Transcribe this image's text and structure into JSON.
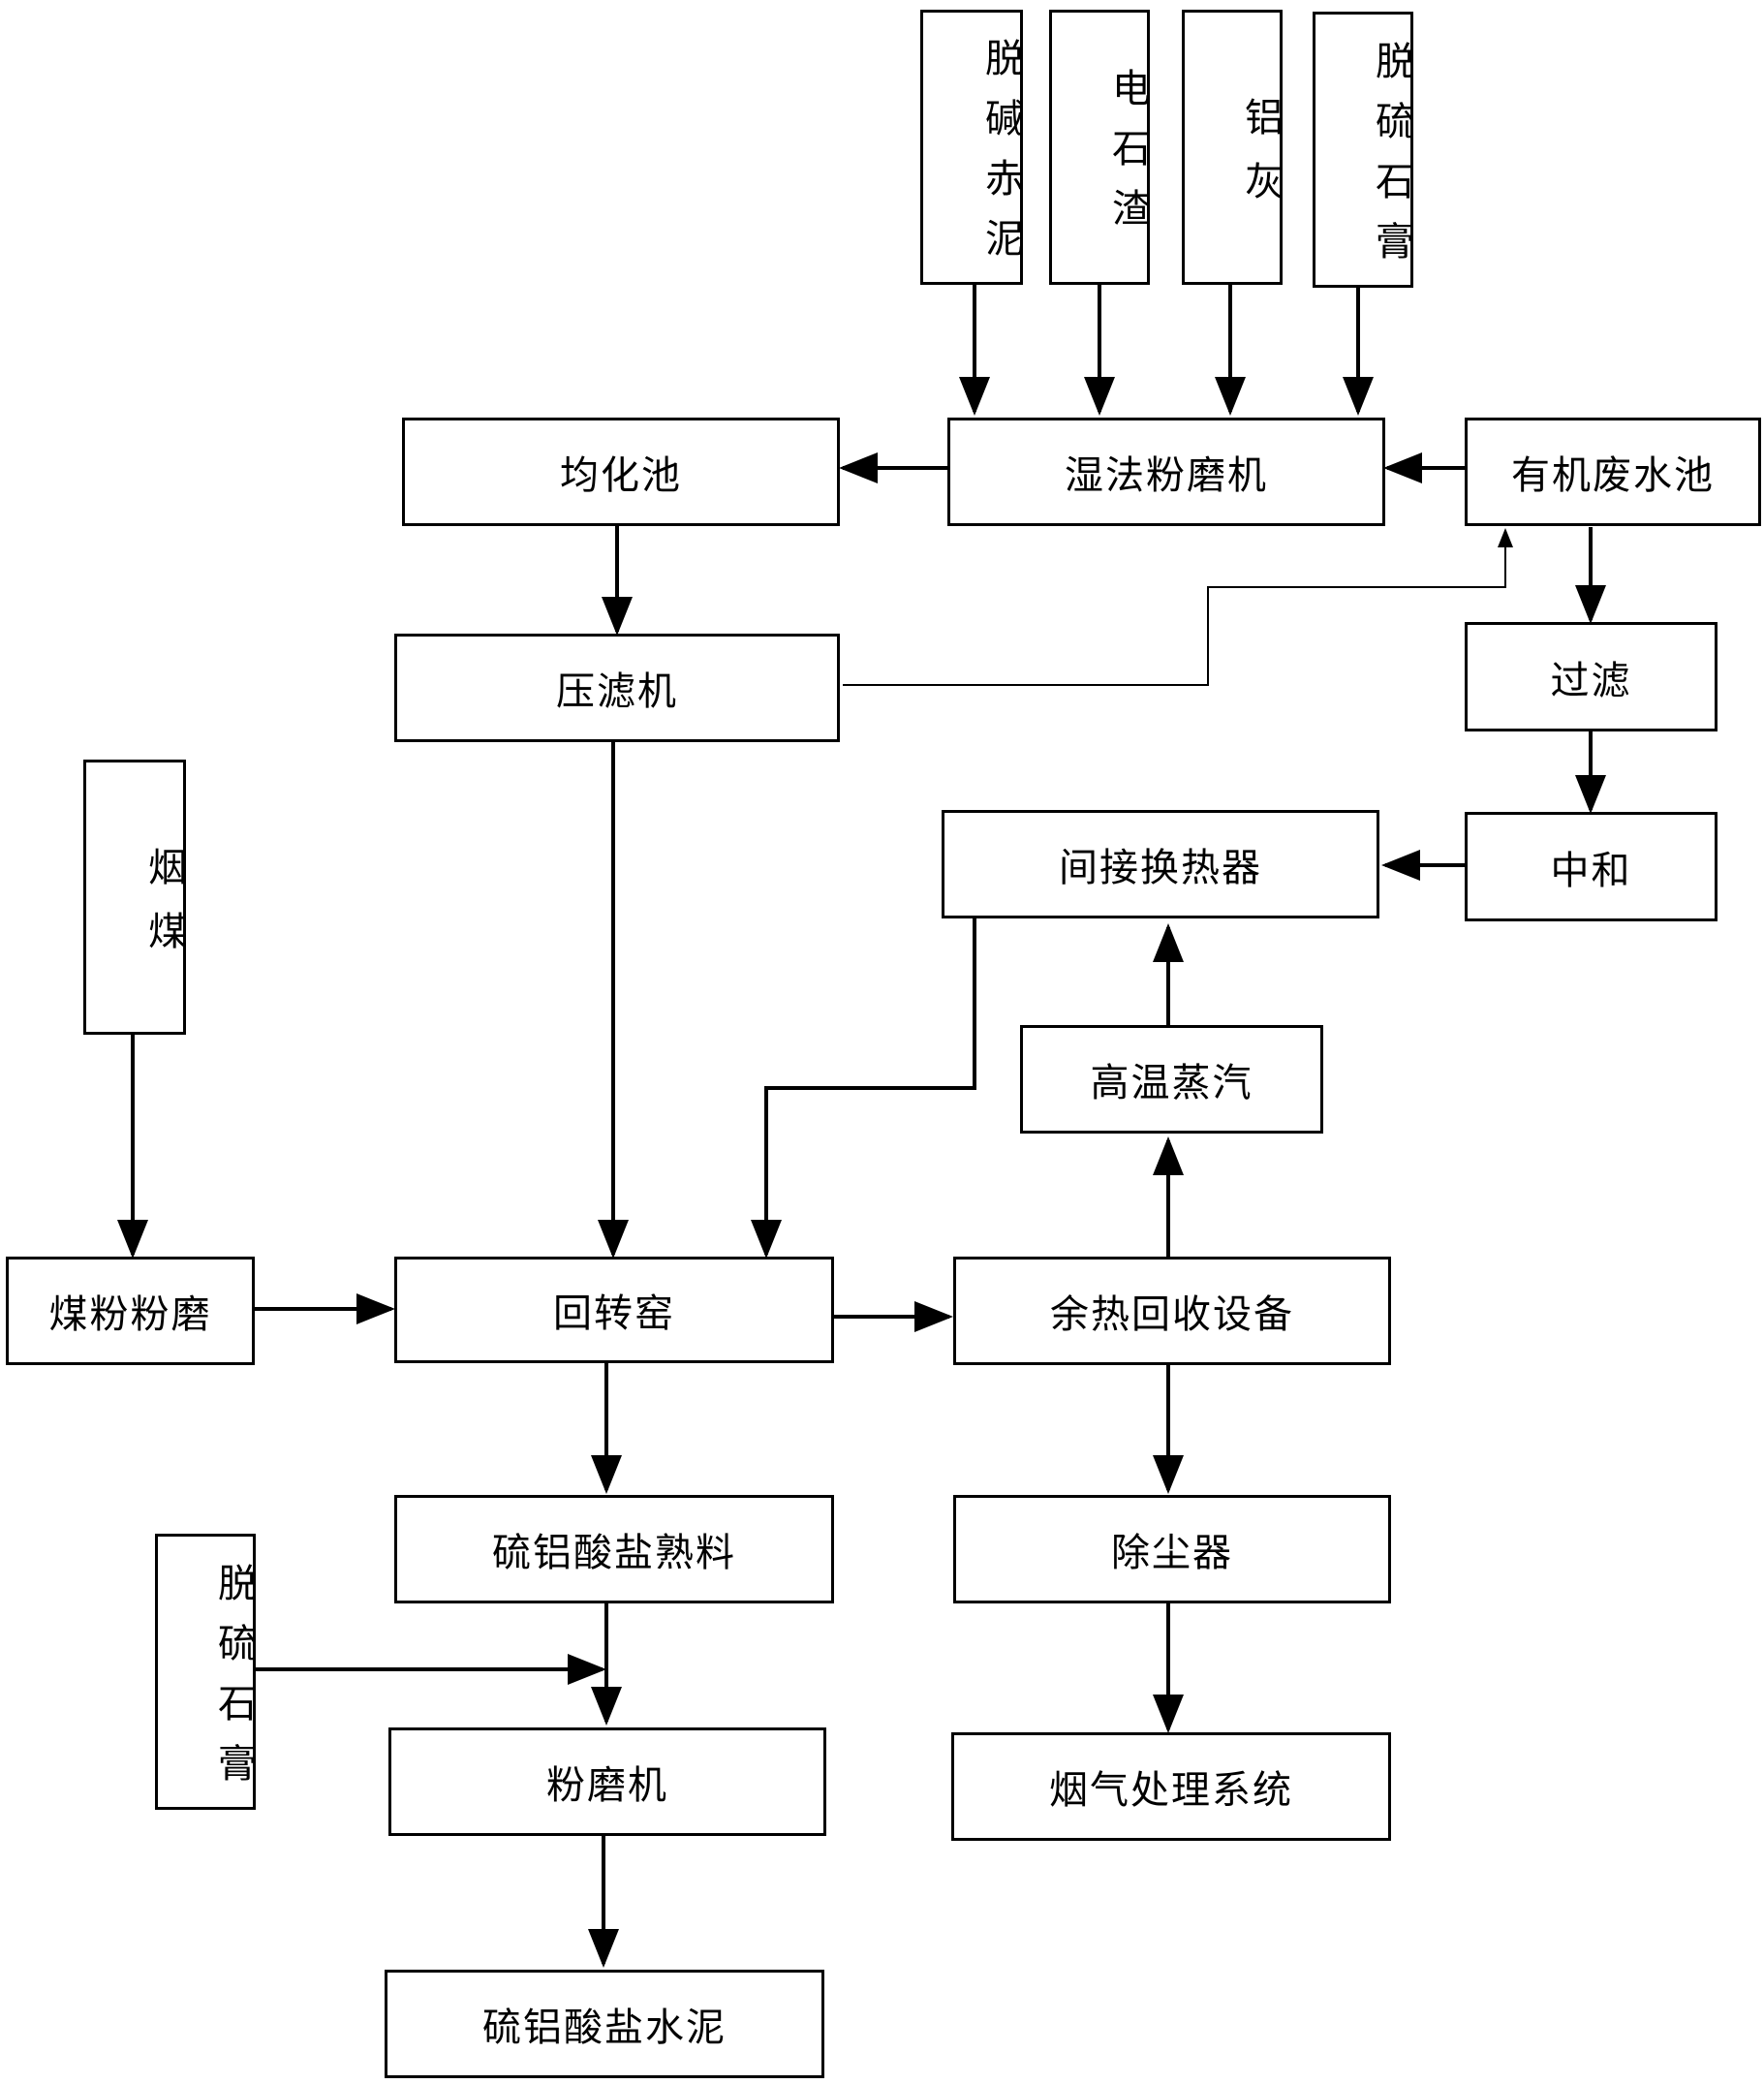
{
  "diagram": {
    "nodes": {
      "red_mud": "脱碱赤泥",
      "carbide_slag": "电石渣",
      "aluminum_ash": "铝灰",
      "gypsum_top": "脱硫石膏",
      "homogenizing_tank": "均化池",
      "wet_mill": "湿法粉磨机",
      "organic_wastewater_tank": "有机废水池",
      "filter_press": "压滤机",
      "filtration": "过滤",
      "bituminous_coal": "烟煤",
      "indirect_heat_exchanger": "间接换热器",
      "neutralization": "中和",
      "high_temp_steam": "高温蒸汽",
      "coal_mill": "煤粉粉磨",
      "rotary_kiln": "回转窑",
      "waste_heat_recovery": "余热回收设备",
      "sulfoaluminate_clinker": "硫铝酸盐熟料",
      "dust_collector": "除尘器",
      "gypsum_bottom": "脱硫石膏",
      "grinding_mill": "粉磨机",
      "flue_gas_treatment": "烟气处理系统",
      "sulfoaluminate_cement": "硫铝酸盐水泥"
    }
  }
}
